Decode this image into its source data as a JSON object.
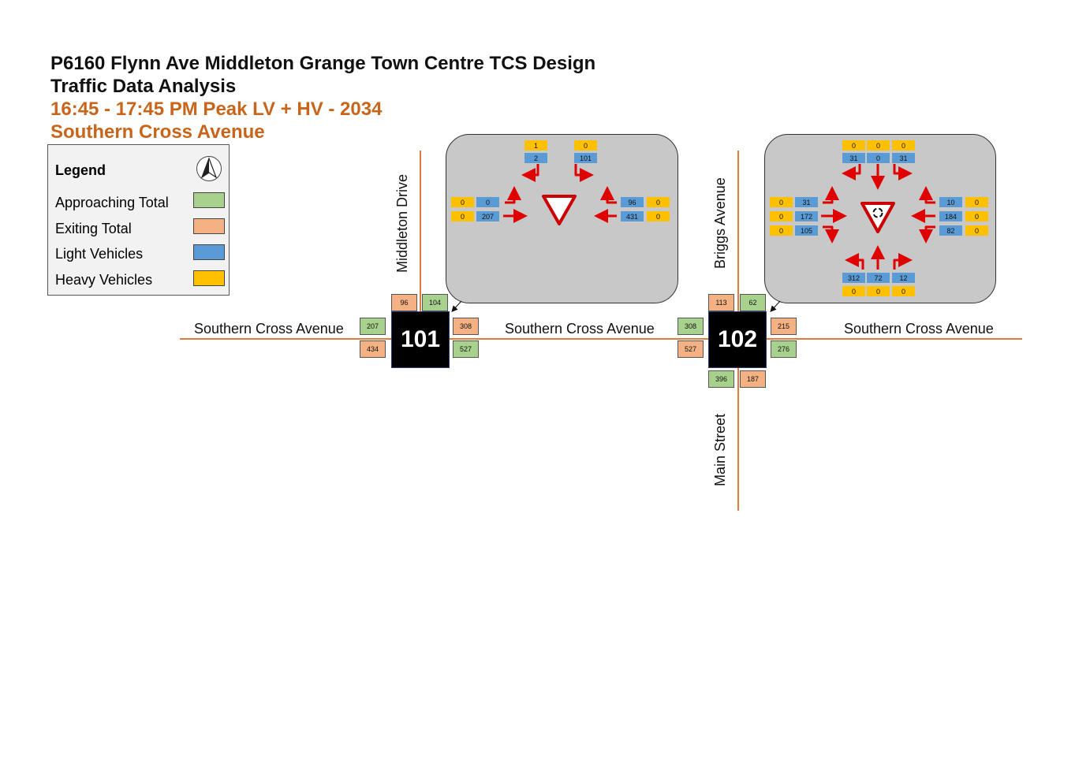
{
  "header": {
    "line1": "P6160 Flynn Ave Middleton Grange Town Centre TCS Design",
    "line2": "Traffic Data Analysis",
    "line3": "16:45 - 17:45 PM Peak LV + HV - 2034",
    "line4": "Southern Cross Avenue"
  },
  "legend": {
    "title": "Legend",
    "items": [
      {
        "label": "Approaching Total",
        "color": "#a9d18e"
      },
      {
        "label": "Exiting Total",
        "color": "#f4b183"
      },
      {
        "label": "Light Vehicles",
        "color": "#5b9bd5"
      },
      {
        "label": "Heavy Vehicles",
        "color": "#ffc000"
      }
    ],
    "north_icon": "north-arrow-icon"
  },
  "colors": {
    "road": "#e07b39",
    "arrow": "#e00000",
    "panel": "#c8c8c8"
  },
  "roads": {
    "southern_cross_left": "Southern Cross Avenue",
    "southern_cross_mid": "Southern Cross Avenue",
    "southern_cross_right": "Southern Cross Avenue",
    "middleton_drive": "Middleton Drive",
    "briggs_avenue": "Briggs Avenue",
    "main_street": "Main Street"
  },
  "node101": {
    "id": "101",
    "north_exit": "96",
    "north_approach": "104",
    "west_approach": "207",
    "west_exit": "434",
    "east_exit": "308",
    "east_approach": "527",
    "south_hv_left": "1",
    "south_lv_left": "2",
    "south_hv_right": "0",
    "south_lv_right": "101",
    "west_hv_right": "0",
    "west_lv_right": "0",
    "west_hv_thru": "0",
    "west_lv_thru": "207",
    "east_lv_left": "96",
    "east_hv_left": "0",
    "east_lv_thru": "431",
    "east_hv_thru": "0"
  },
  "node102": {
    "id": "102",
    "north_exit": "113",
    "north_approach": "62",
    "west_approach": "308",
    "west_exit": "527",
    "east_exit": "215",
    "east_approach": "276",
    "south_approach": "396",
    "south_exit": "187",
    "top_hv": [
      "0",
      "0",
      "0"
    ],
    "top_lv": [
      "31",
      "0",
      "31"
    ],
    "west_hv": [
      "0",
      "0",
      "0"
    ],
    "west_lv": [
      "31",
      "172",
      "105"
    ],
    "east_lv": [
      "10",
      "184",
      "82"
    ],
    "east_hv": [
      "0",
      "0",
      "0"
    ],
    "bottom_lv": [
      "312",
      "72",
      "12"
    ],
    "bottom_hv": [
      "0",
      "0",
      "0"
    ]
  }
}
